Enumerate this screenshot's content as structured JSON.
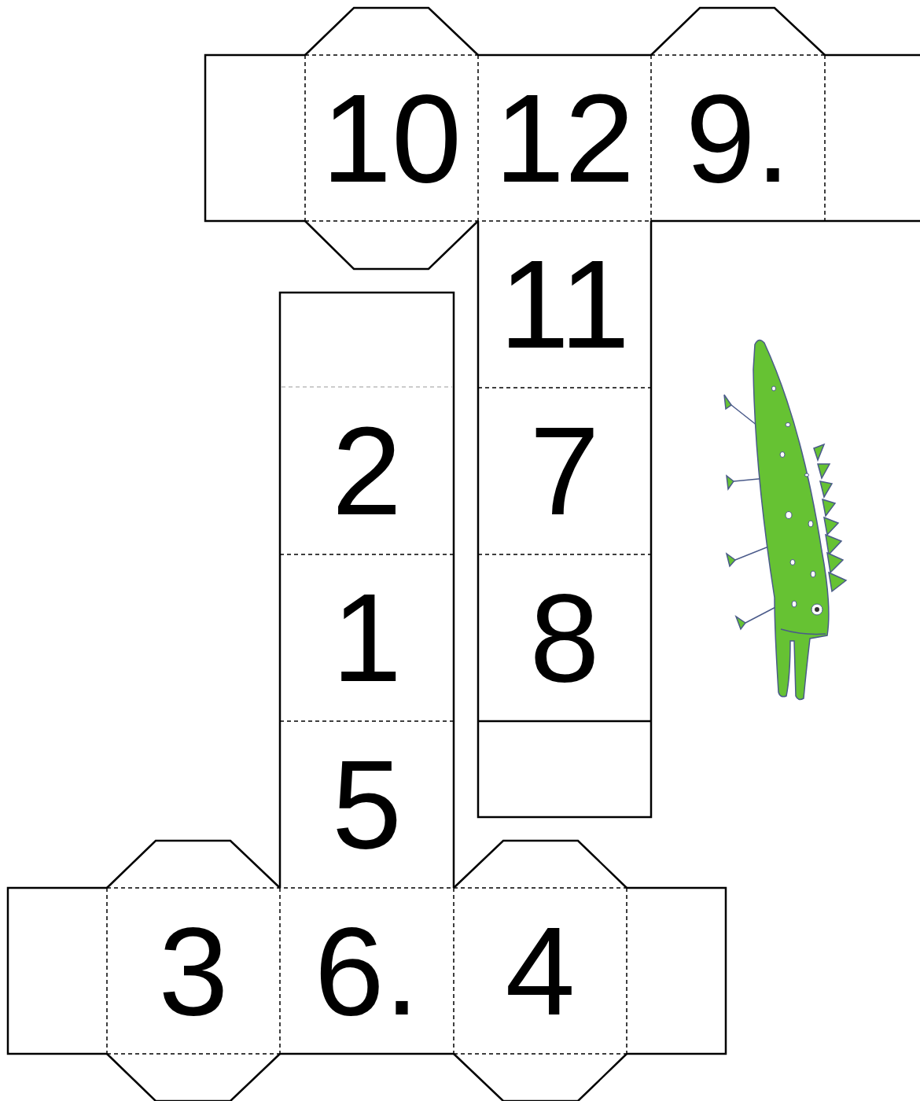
{
  "diagram": {
    "nodes": [
      {
        "text": [
          "10"
        ]
      },
      {
        "text": [
          "12"
        ]
      },
      {
        "text": [
          "9."
        ]
      },
      {
        "text": [
          "11"
        ]
      },
      {
        "text": [
          "2"
        ]
      },
      {
        "text": [
          "7"
        ]
      },
      {
        "text": [
          "1"
        ]
      },
      {
        "text": [
          "8"
        ]
      },
      {
        "text": [
          "5"
        ]
      },
      {
        "text": [
          "3"
        ]
      },
      {
        "text": [
          "6."
        ]
      },
      {
        "text": [
          "4"
        ]
      }
    ]
  }
}
